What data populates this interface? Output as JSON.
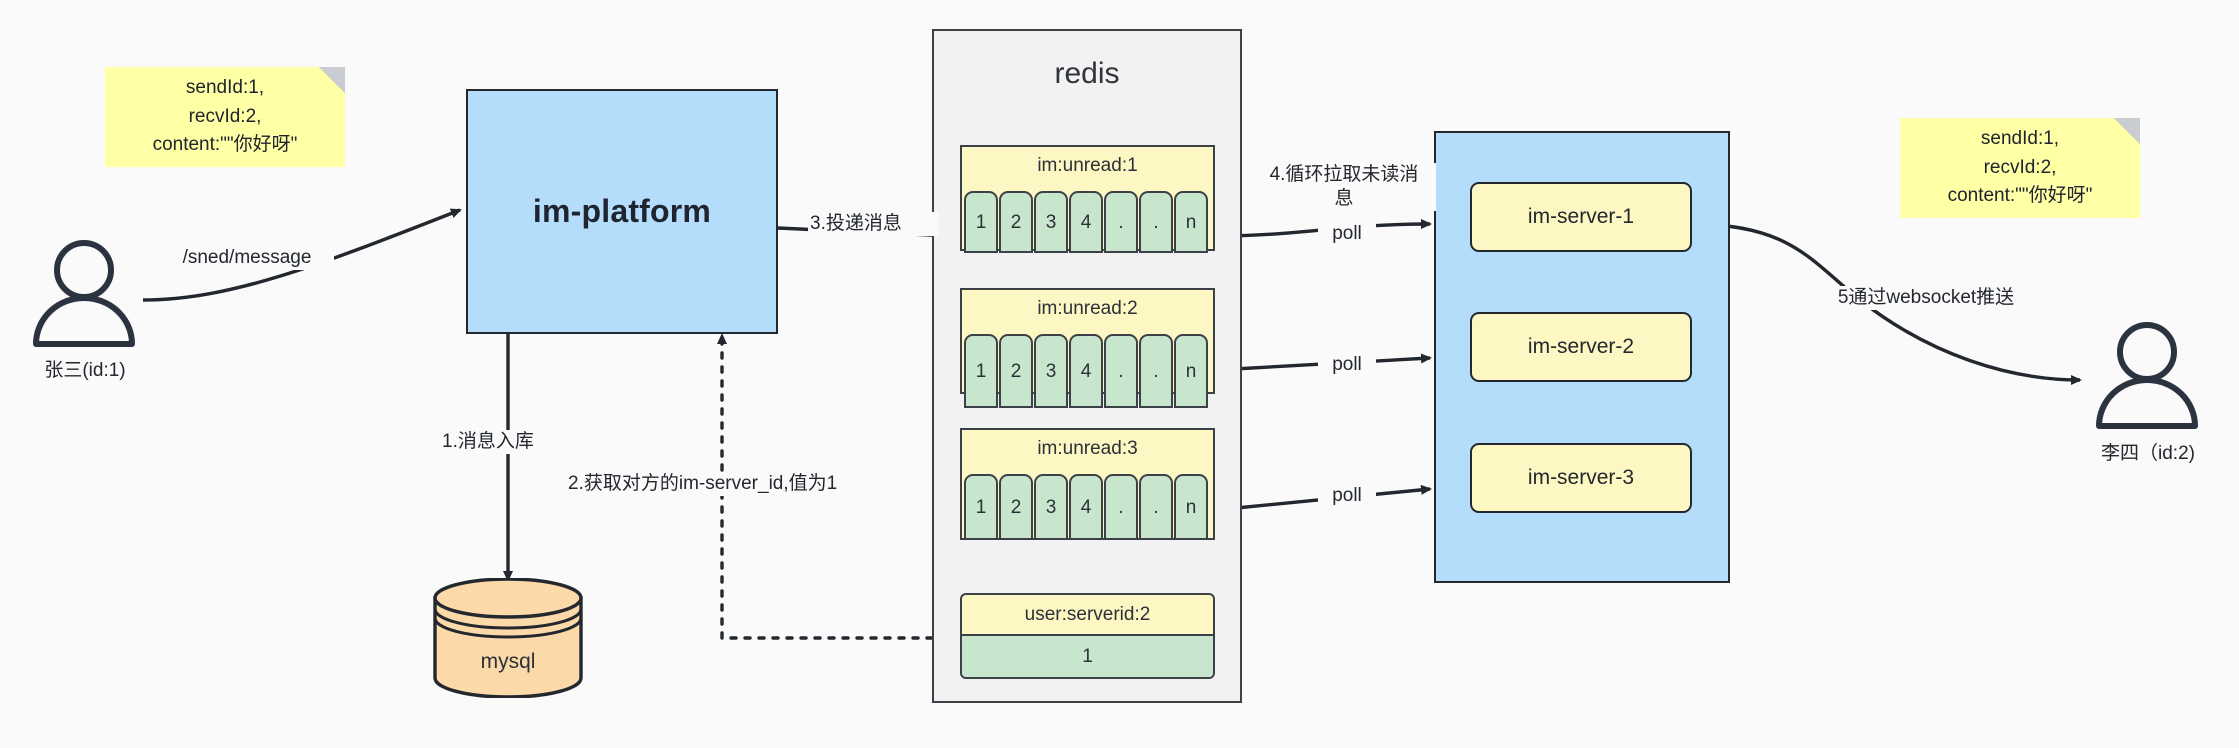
{
  "diagram": {
    "title": "IM message delivery architecture",
    "colors": {
      "note_yellow": "#ffffa6",
      "process_blue": "#b3ddfb",
      "redis_gray": "#f2f2f2",
      "queue_yellow": "#fdf7c3",
      "cell_green": "#c8e6cd",
      "mysql_orange": "#fcd9a8",
      "stroke_dark": "#23272e",
      "canvas": "#fafafa"
    }
  },
  "notes": {
    "left": "sendId:1,\nrecvId:2,\ncontent:\"\"你好呀\"",
    "right": "sendId:1,\nrecvId:2,\ncontent:\"\"你好呀\""
  },
  "actors": {
    "sender": {
      "label": "张三(id:1)",
      "icon": "user-icon"
    },
    "receiver": {
      "label": "李四（id:2)",
      "icon": "user-icon"
    }
  },
  "platform": {
    "label": "im-platform"
  },
  "database": {
    "label": "mysql",
    "icon": "database-cylinder-icon"
  },
  "redis": {
    "title": "redis",
    "queues": [
      {
        "key": "im:unread:1",
        "cells": [
          "1",
          "2",
          "3",
          "4",
          ".",
          ".",
          "n"
        ]
      },
      {
        "key": "im:unread:2",
        "cells": [
          "1",
          "2",
          "3",
          "4",
          ".",
          ".",
          "n"
        ]
      },
      {
        "key": "im:unread:3",
        "cells": [
          "1",
          "2",
          "3",
          "4",
          ".",
          ".",
          "n"
        ]
      }
    ],
    "kv": {
      "key": "user:serverid:2",
      "value": "1"
    }
  },
  "servers": {
    "items": [
      {
        "label": "im-server-1"
      },
      {
        "label": "im-server-2"
      },
      {
        "label": "im-server-3"
      }
    ]
  },
  "edges": {
    "send_message": "/sned/message",
    "step1": "1.消息入库",
    "step2": "2.获取对方的im-server_id,值为1",
    "step3": "3.投递消息",
    "step4": "4.循环拉取未读消\n息",
    "step5": "5通过websocket推送",
    "poll1": "poll",
    "poll2": "poll",
    "poll3": "poll"
  }
}
